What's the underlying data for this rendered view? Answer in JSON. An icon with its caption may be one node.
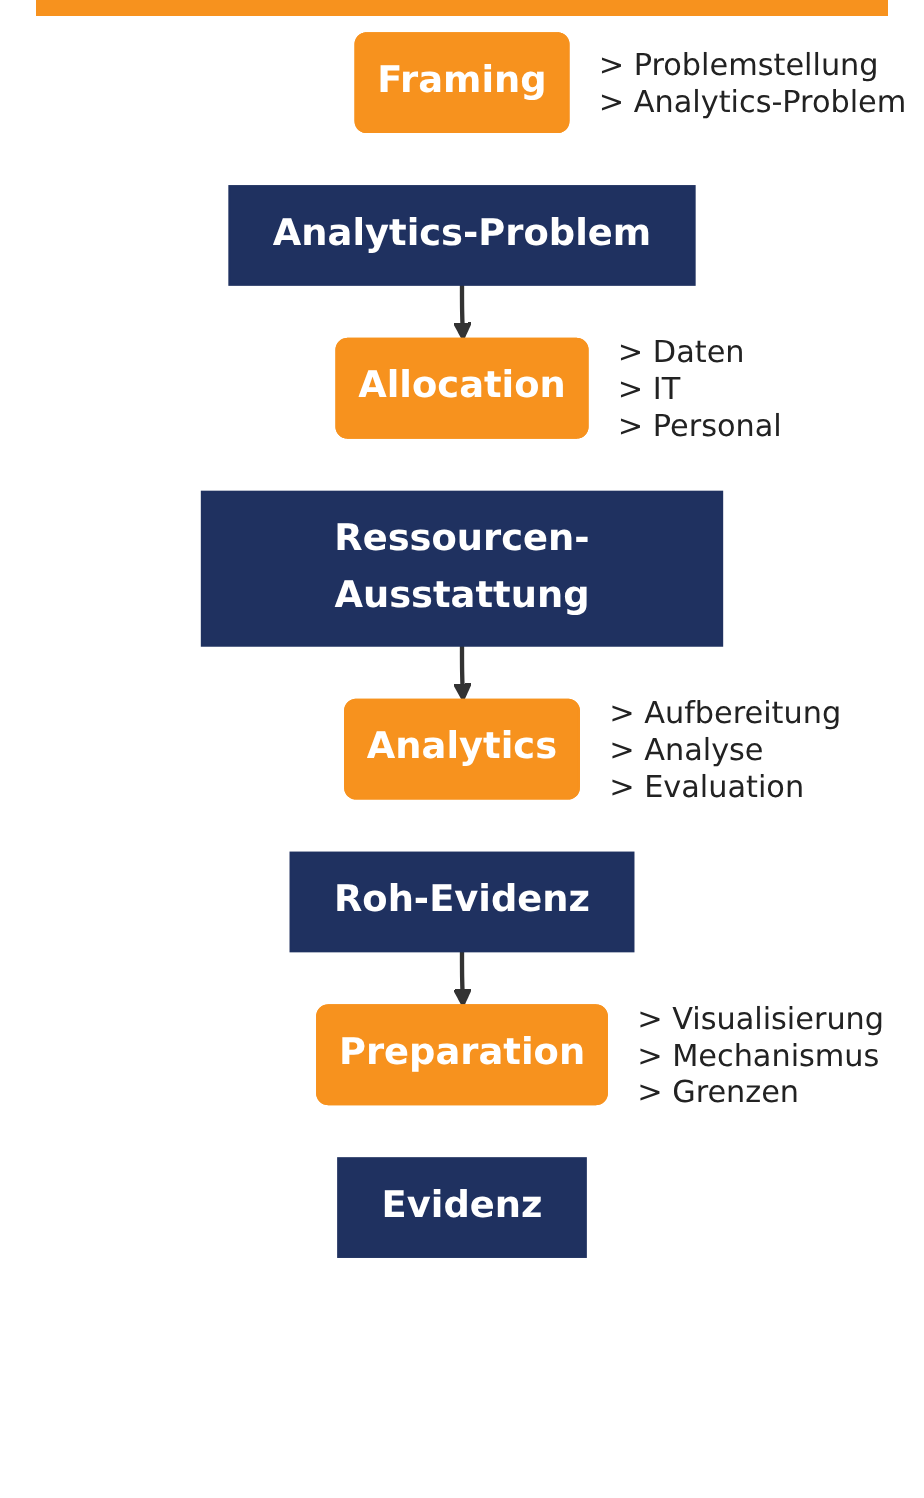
{
  "diagram": {
    "nodes": [
      {
        "text": [
          "Framing"
        ],
        "beside": [
          "> Problemstellung",
          "> Analytics-Problem"
        ]
      },
      {
        "text": [
          "Analytics-Problem"
        ]
      },
      {
        "text": [
          "Allocation"
        ],
        "beside": [
          "> Daten",
          "> IT",
          "> Personal"
        ]
      },
      {
        "text": [
          "Ressourcen-Ausstattung"
        ]
      },
      {
        "text": [
          "Analytics"
        ],
        "beside": [
          "> Aufbereitung",
          "> Analyse",
          "> Evaluation"
        ]
      },
      {
        "text": [
          "Roh-Evidenz"
        ]
      },
      {
        "text": [
          "Preparation"
        ],
        "beside": [
          "> Visualisierung",
          "> Mechanismus",
          "> Grenzen"
        ]
      },
      {
        "text": [
          "Evidenz"
        ]
      }
    ],
    "edges": [
      {
        "from": 1,
        "to": 2,
        "arrow": "to"
      },
      {
        "from": 3,
        "to": 4,
        "arrow": "to"
      },
      {
        "from": 5,
        "to": 6,
        "arrow": "to"
      }
    ]
  }
}
